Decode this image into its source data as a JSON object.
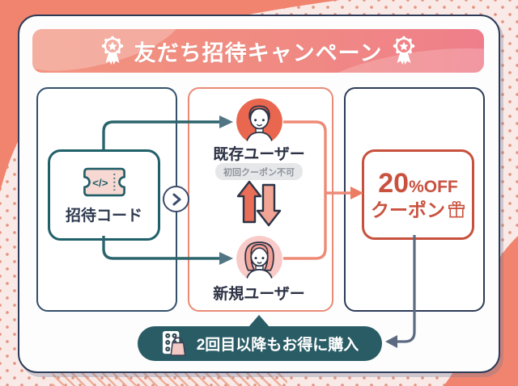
{
  "banner": {
    "title": "友だち招待キャンペーン"
  },
  "flow": {
    "invite_code": {
      "label": "招待コード",
      "ticket_symbol": "</>"
    },
    "existing_user": {
      "label": "既存ユーザー",
      "note": "初回クーポン不可"
    },
    "new_user": {
      "label": "新規ユーザー"
    },
    "coupon": {
      "amount": "20",
      "suffix": "%OFF",
      "label": "クーポン"
    },
    "benefit": {
      "label": "2回目以降もお得に購入"
    }
  },
  "icons": {
    "banner_left": "rosette-medal",
    "banner_right": "rosette-medal",
    "invite": "code-ticket",
    "between_boxes": "chevron-right",
    "users_exchange": "swap-vertical-arrows",
    "coupon": "gift-box",
    "benefit": "pill-pack-and-shopping-bag"
  },
  "colors": {
    "background_pink": "#faeae7",
    "coral_blob": "#f0846f",
    "banner_gradient_start": "#f2947f",
    "banner_gradient_end": "#ef7e8b",
    "card_border_navy": "#2d3b58",
    "panel_coral_border": "#ea8a75",
    "teal_dark": "#20606a",
    "badge_teal": "#2a5c66",
    "coupon_red": "#c7513d",
    "connector_gray": "#5b6a80"
  }
}
